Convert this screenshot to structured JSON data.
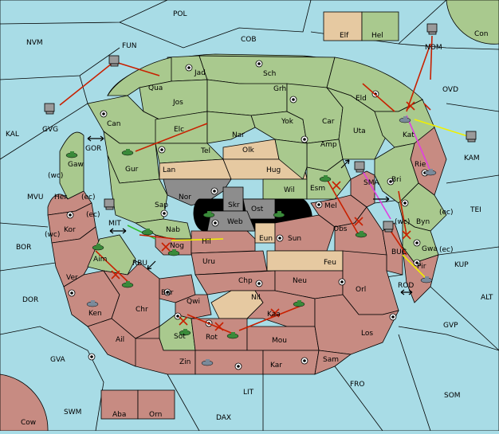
{
  "colors": {
    "sea": "#a8dce6",
    "green_power": "#a9c98e",
    "red_power": "#c78b82",
    "tan_power": "#e6c9a1",
    "grey": "#8d8d8d",
    "move_arrow": "#c82000",
    "support_arrow": "#f0f000",
    "convoy_arrow": "#e040e0",
    "hold_arrow": "#30c030"
  },
  "icons": [
    "tank-icon",
    "supply-center-icon",
    "home-base-icon",
    "double-arrow-icon",
    "failed-order-x-icon"
  ],
  "sea_labels": {
    "pol": "POL",
    "nvm": "NVM",
    "fun": "FUN",
    "cob": "COB",
    "con": "Con",
    "nom": "NOM",
    "ovd": "OVD",
    "kal": "KAL",
    "gvg": "GVG",
    "kam": "KAM",
    "gor": "GOR",
    "mvu": "MVU",
    "tei": "TEI",
    "mit": "MIT",
    "bor": "BOR",
    "kup": "KUP",
    "sma": "SMA",
    "rbu": "RBU",
    "dor": "DOR",
    "rod": "ROD",
    "alt": "ALT",
    "gvp": "GVP",
    "gva": "GVA",
    "fro": "FRO",
    "lit": "LIT",
    "som": "SOM",
    "swm": "SWM",
    "dax": "DAX",
    "cow": "Cow"
  },
  "land_labels": {
    "elf": "Elf",
    "hel": "Hel",
    "jad": "Jad",
    "sch": "Sch",
    "qua": "Qua",
    "grh": "Grh",
    "jos": "Jos",
    "eld": "Eld",
    "can": "Can",
    "yok": "Yok",
    "car": "Car",
    "elc": "Elc",
    "nar": "Nar",
    "uta": "Uta",
    "tel": "Tel",
    "olk": "Olk",
    "amp": "Amp",
    "kat": "Kat",
    "gaw": "Gaw",
    "gur": "Gur",
    "rie": "Rie",
    "lan": "Lan",
    "hug": "Hug",
    "bri": "Bri",
    "wil": "Wil",
    "esm": "Esm",
    "her": "Her",
    "nor": "Nor",
    "skr": "Skr",
    "ost": "Ost",
    "mel": "Mel",
    "sap": "Sap",
    "web": "Web",
    "kor": "Kor",
    "nab": "Nab",
    "byn": "Byn",
    "hil": "Hil",
    "eun": "Eun",
    "sun": "Sun",
    "obs": "Obs",
    "aim": "Aim",
    "nog": "Nog",
    "bucl": "BUC",
    "gwa": "Gwa",
    "uru": "Uru",
    "feu": "Feu",
    "ver": "Ver",
    "pir": "Pir",
    "chp": "Chp",
    "neu": "Neu",
    "bar": "Bar",
    "orl": "Orl",
    "qwi": "Qwi",
    "ken": "Ken",
    "chr": "Chr",
    "nil": "Nil",
    "kaa": "Kaa",
    "sot": "Sot",
    "rot": "Rot",
    "ail": "Ail",
    "mou": "Mou",
    "los": "Los",
    "zin": "Zin",
    "kar": "Kar",
    "sam": "Sam",
    "aba": "Aba",
    "orn": "Orn"
  },
  "coast_marks": {
    "wc1": "(wc)",
    "ec1": "(ec)",
    "ec2": "(ec)",
    "wc2": "(wc)",
    "ec3": "(ec)",
    "wc3": "(wc)",
    "ec4": "(ec)"
  }
}
